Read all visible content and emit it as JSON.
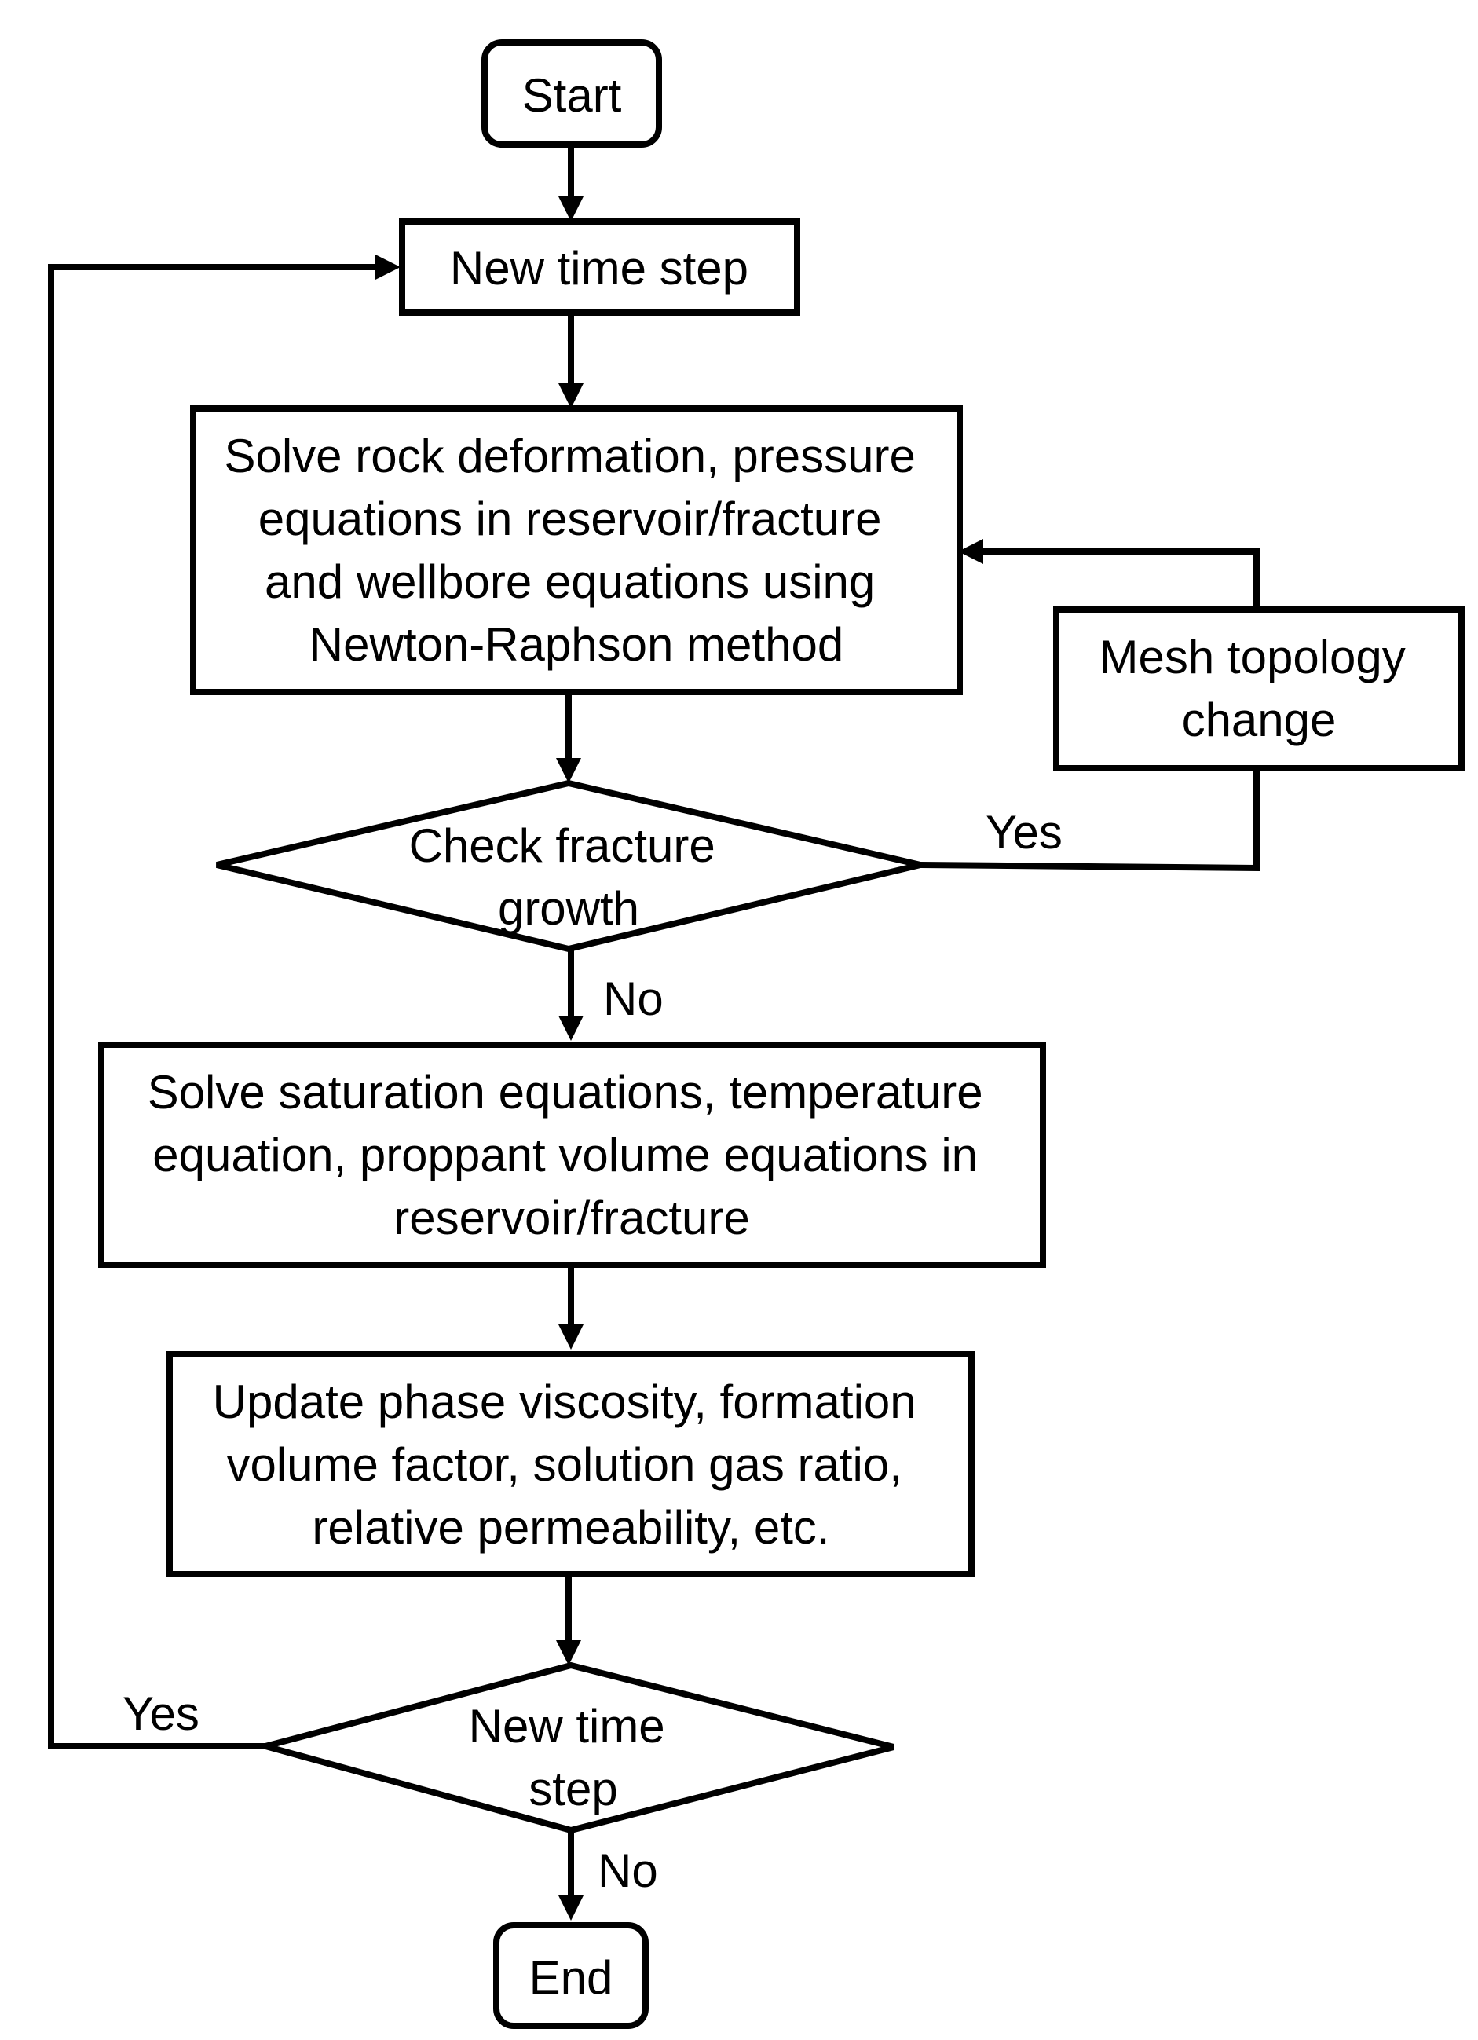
{
  "nodes": {
    "start": {
      "lines": [
        "Start"
      ]
    },
    "new_time_step": {
      "lines": [
        "New time step"
      ]
    },
    "solve_rock": {
      "lines": [
        "Solve rock deformation, pressure",
        "equations in reservoir/fracture",
        "and wellbore equations using",
        "Newton-Raphson method"
      ]
    },
    "mesh_change": {
      "lines": [
        "Mesh topology",
        "change"
      ]
    },
    "check_growth": {
      "lines": [
        "Check fracture",
        "growth"
      ]
    },
    "solve_saturation": {
      "lines": [
        "Solve saturation equations, temperature",
        "equation, proppant volume equations in",
        "reservoir/fracture"
      ]
    },
    "update_props": {
      "lines": [
        "Update phase viscosity, formation",
        "volume factor, solution gas ratio,",
        "relative permeability, etc."
      ]
    },
    "new_step_decision": {
      "lines": [
        "New time",
        "step"
      ]
    },
    "end": {
      "lines": [
        "End"
      ]
    }
  },
  "edge_labels": {
    "growth_yes": "Yes",
    "growth_no": "No",
    "step_yes": "Yes",
    "step_no": "No"
  }
}
